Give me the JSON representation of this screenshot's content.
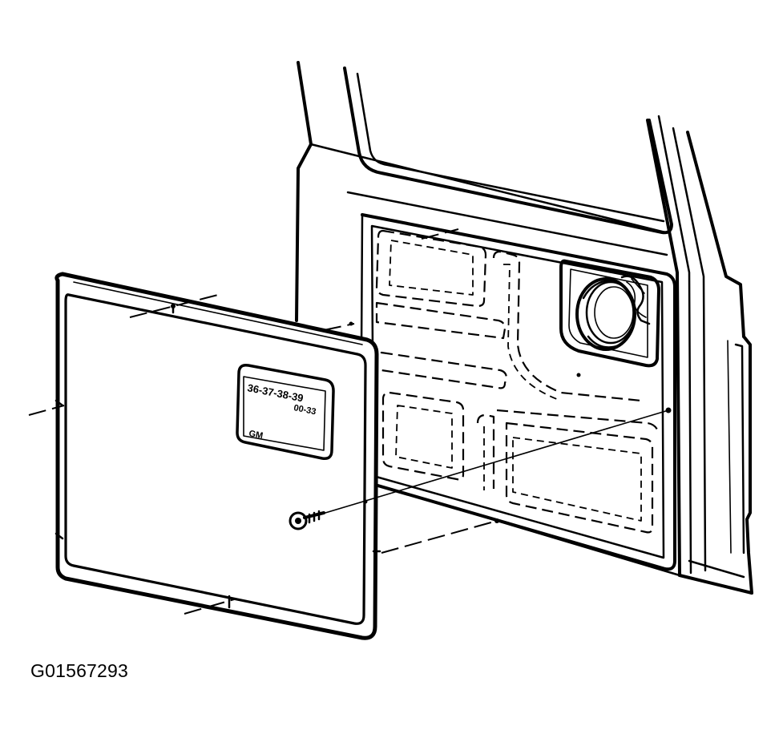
{
  "figure": {
    "caption": "G01567293"
  },
  "label_plate": {
    "rows": [
      "36-37-38-39",
      "00-33"
    ],
    "brand": "GM"
  }
}
